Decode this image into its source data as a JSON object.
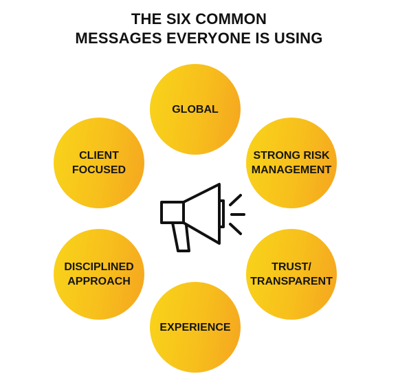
{
  "title": {
    "line1": "THE SIX COMMON",
    "line2": "MESSAGES EVERYONE IS USING"
  },
  "messages": [
    "GLOBAL",
    "STRONG RISK\nMANAGEMENT",
    "TRUST/\nTRANSPARENT",
    "EXPERIENCE",
    "DISCIPLINED\nAPPROACH",
    "CLIENT\nFOCUSED"
  ],
  "colors": {
    "circle_start": "#f9d41a",
    "circle_end": "#f5a520",
    "text": "#111111"
  },
  "center_icon": "megaphone-icon"
}
